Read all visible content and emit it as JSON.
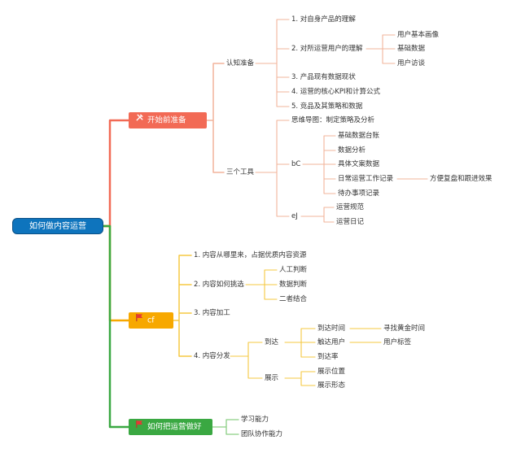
{
  "colors": {
    "root": "#0e74bd",
    "branch1": "#f26a55",
    "branch2": "#f7a800",
    "branch3": "#3aa842",
    "sub": "#f2b49b",
    "sub2": "#f5c842",
    "sub3": "#8ccf85"
  },
  "root": "如何做内容运营",
  "branch1": {
    "label": "开始前准备",
    "icon": "tools-icon",
    "prep": {
      "label": "认知准备",
      "items": [
        "1. 对自身产品的理解",
        "2. 对所运营用户的理解",
        "3. 产品现有数据现状",
        "4. 运营的核心KPI和计算公式",
        "5. 竞品及其策略和数据"
      ],
      "user_items": [
        "用户基本画像",
        "基础数据",
        "用户访谈"
      ]
    },
    "tools": {
      "label": "三个工具",
      "mind": "思维导图：制定策略及分析",
      "bc": {
        "label": "bC",
        "items": [
          "基础数据台账",
          "数据分析",
          "具体文案数据",
          "日常运营工作记录",
          "待办事项记录"
        ],
        "note": "方便复盘和跟进效果"
      },
      "ej": {
        "label": "eJ",
        "items": [
          "运营规范",
          "运营日记"
        ]
      }
    }
  },
  "branch2": {
    "label": "cf",
    "icon": "flag-icon",
    "items": [
      "1. 内容从哪里来，占据优质内容资源",
      "2. 内容如何挑选",
      "3. 内容加工",
      "4. 内容分发"
    ],
    "select_items": [
      "人工判断",
      "数据判断",
      "二者结合"
    ],
    "reach": {
      "label": "到达",
      "items": [
        "到达时间",
        "触达用户",
        "到达率"
      ],
      "time_note": "寻找黄金时间",
      "user_note": "用户标签"
    },
    "show": {
      "label": "展示",
      "items": [
        "展示位置",
        "展示形态"
      ]
    }
  },
  "branch3": {
    "label": "如何把运营做好",
    "icon": "flag-icon",
    "items": [
      "学习能力",
      "团队协作能力"
    ]
  }
}
